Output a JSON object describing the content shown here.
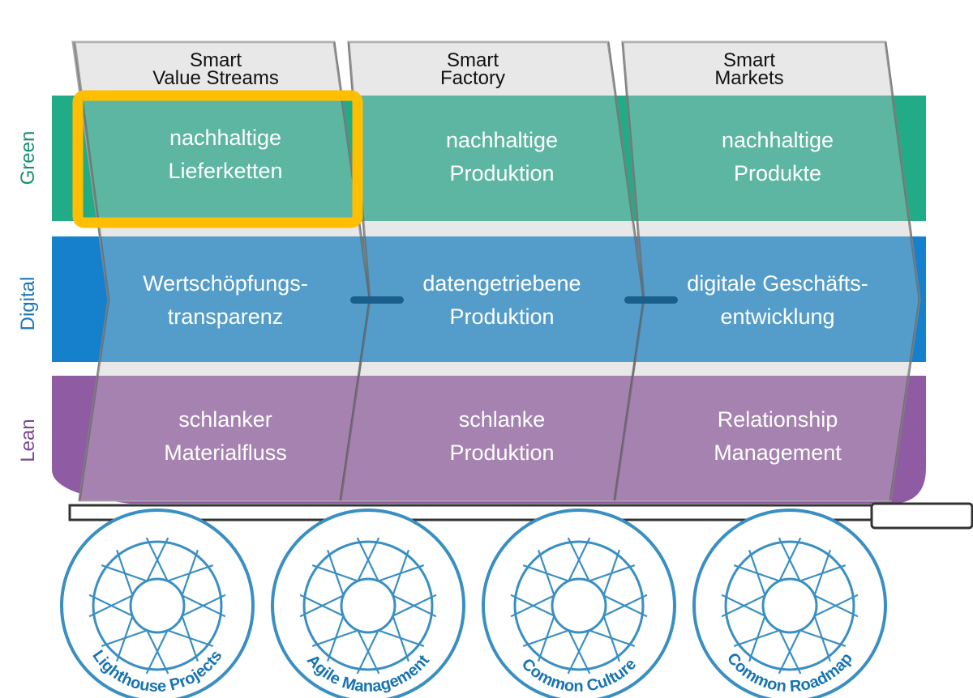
{
  "colors": {
    "green_band": "#22ab87",
    "green_cell": "#5cb6a1",
    "blue_band": "#1580cc",
    "blue_cell": "#549dca",
    "purple_band": "#8f5ba3",
    "purple_cell": "#a682b0",
    "column_bg": "#e8e8e8",
    "highlight": "#ffbe00",
    "wheel": "#3a8fc2",
    "wheel_text": "#1874b0",
    "connector": "#1a5f8c"
  },
  "columns": [
    {
      "title_line1": "Smart",
      "title_line2": "Value Streams"
    },
    {
      "title_line1": "Smart",
      "title_line2": "Factory"
    },
    {
      "title_line1": "Smart",
      "title_line2": "Markets"
    }
  ],
  "rows": [
    {
      "label": "Green",
      "cells": [
        {
          "line1": "nachhaltige",
          "line2": "Lieferketten"
        },
        {
          "line1": "nachhaltige",
          "line2": "Produktion"
        },
        {
          "line1": "nachhaltige",
          "line2": "Produkte"
        }
      ]
    },
    {
      "label": "Digital",
      "cells": [
        {
          "line1": "Wertschöpfungs-",
          "line2": "transparenz"
        },
        {
          "line1": "datengetriebene",
          "line2": "Produktion"
        },
        {
          "line1": "digitale Geschäfts-",
          "line2": "entwicklung"
        }
      ]
    },
    {
      "label": "Lean",
      "cells": [
        {
          "line1": "schlanker",
          "line2": "Materialfluss"
        },
        {
          "line1": "schlanke",
          "line2": "Produktion"
        },
        {
          "line1": "Relationship",
          "line2": "Management"
        }
      ]
    }
  ],
  "highlighted_cell": "nachhaltige Lieferketten",
  "wheels": [
    {
      "label": "Lighthouse Projects"
    },
    {
      "label": "Agile Management"
    },
    {
      "label": "Common Culture"
    },
    {
      "label": "Common Roadmap"
    }
  ]
}
